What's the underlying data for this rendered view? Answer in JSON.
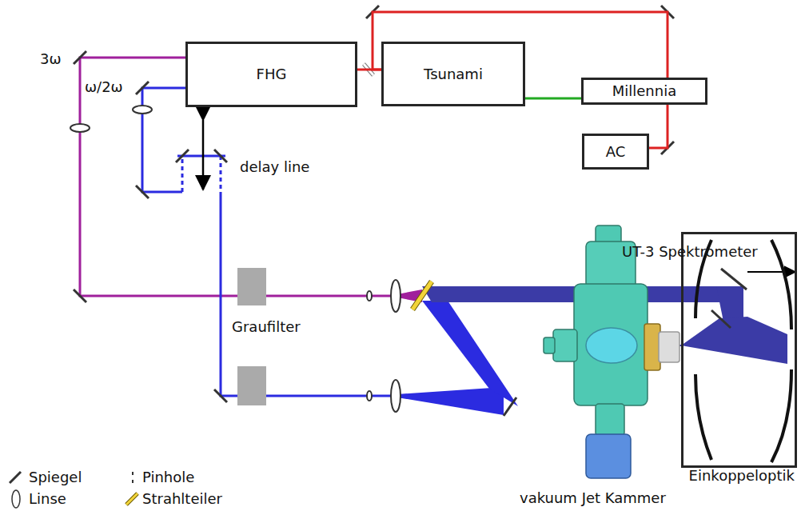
{
  "diagram": {
    "nodes": [
      {
        "text": [
          "FHG"
        ]
      },
      {
        "text": [
          "Tsunami"
        ]
      },
      {
        "text": [
          "Millennia"
        ]
      },
      {
        "text": [
          "AC"
        ]
      },
      {
        "text": [
          "Einkoppeloptik"
        ]
      }
    ],
    "edges": [
      {
        "from": 2,
        "to": 1,
        "arrow": "none"
      },
      {
        "from": 1,
        "to": 0,
        "arrow": "none"
      },
      {
        "from": 1,
        "to": 3,
        "arrow": "none"
      }
    ],
    "labels": [
      "3ω",
      "ω/2ω",
      "delay line",
      "Graufilter",
      "UT-3 Spektrometer",
      "vakuum Jet Kammer"
    ],
    "legend": [
      {
        "text": "Spiegel"
      },
      {
        "text": "Pinhole"
      },
      {
        "text": "Linse"
      },
      {
        "text": "Strahlteiler"
      }
    ]
  }
}
